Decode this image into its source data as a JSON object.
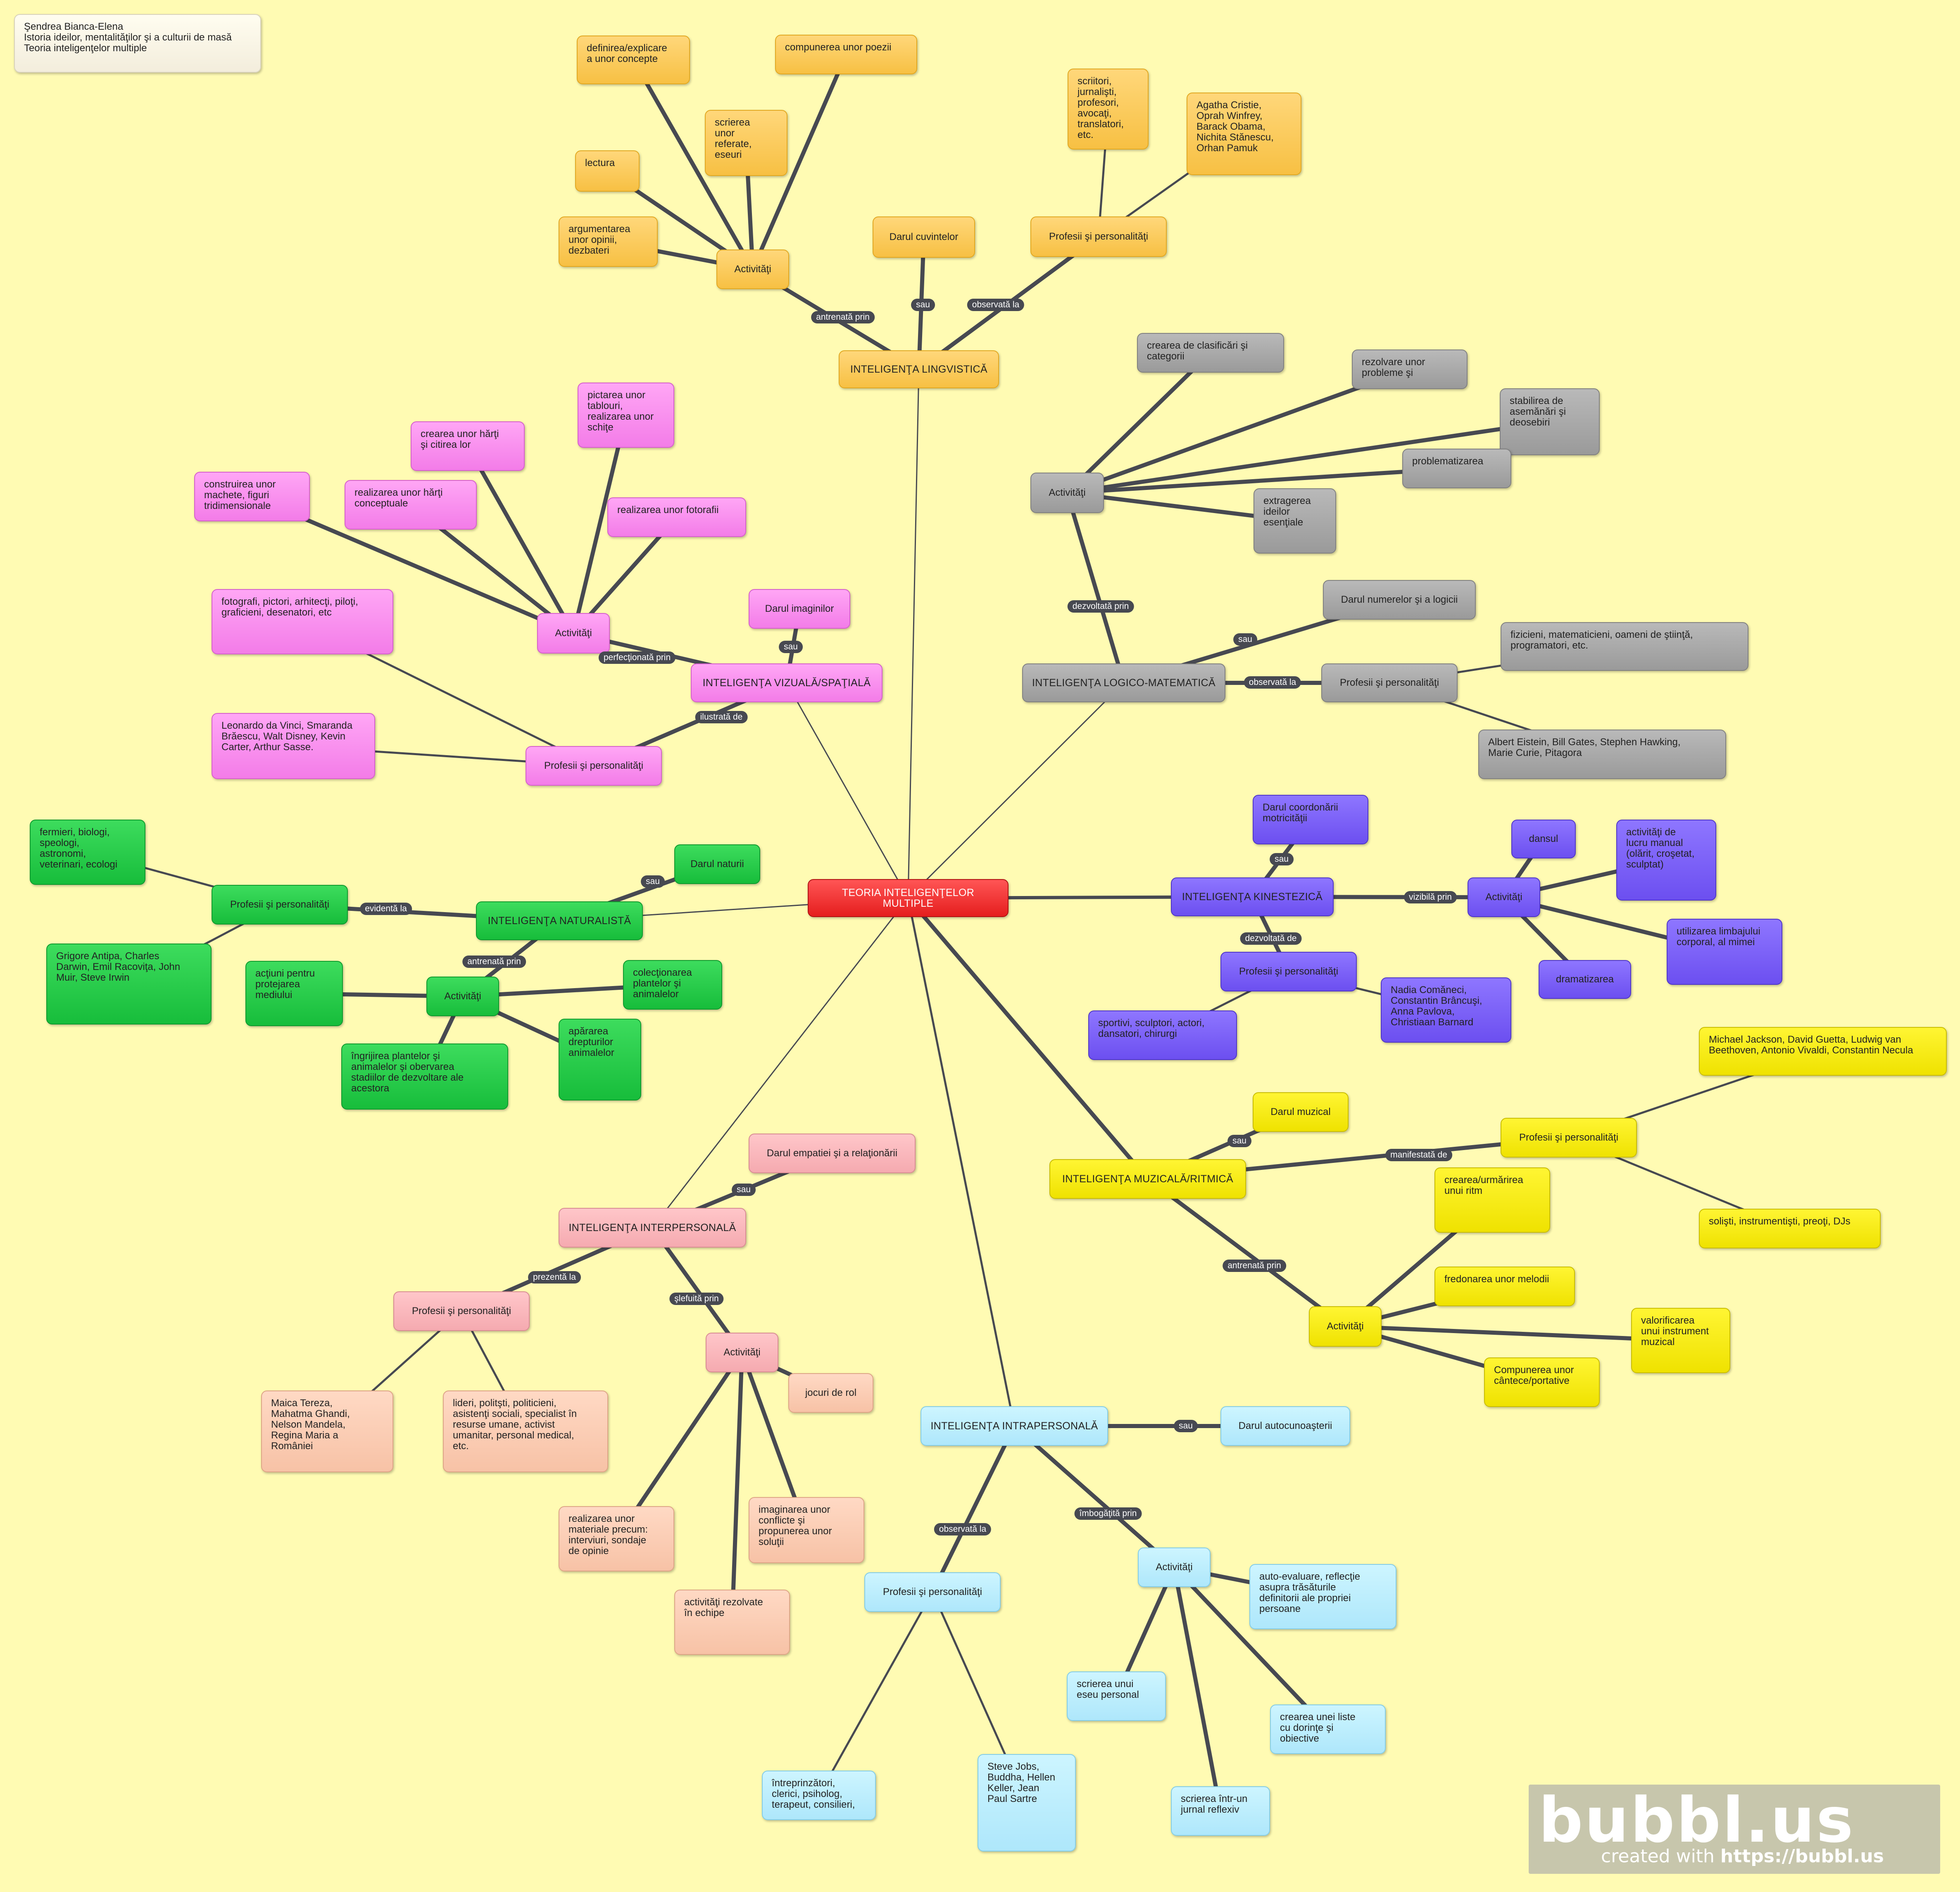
{
  "author_note": "Şendrea Bianca-Elena\nIstoria ideilor, mentalităţilor şi a culturii de masă\nTeoria inteligenţelor multiple",
  "colors": {
    "link": "#474951",
    "background": "#fffbb3",
    "orange": "#f7c043",
    "gray": "#9a9a9a",
    "pink": "#f37ce8",
    "green": "#17bd3b",
    "purple": "#6c4ff0",
    "yellow": "#efe200",
    "rose": "#f5aab0",
    "peach": "#f7c2a6",
    "cyan": "#aee7fb",
    "red": "#e51e1e"
  },
  "nodes": {
    "center": "TEORIA INTELIGENŢELOR MULTIPLE",
    "ling": {
      "main": "INTELIGENŢA LINGVISTICĂ",
      "dar": "Darul cuvintelor",
      "act": "Activităţi",
      "act_items": [
        "definirea/explicare\na unor concepte",
        "compunerea unor poezii",
        "scrierea\nunor\nreferate,\neseuri",
        "lectura",
        "argumentarea\nunor opinii,\ndezbateri"
      ],
      "prof": "Profesii şi personalităţi",
      "prof_items": [
        "scriitori,\njurnalişti,\nprofesori,\navocaţi,\ntranslatori,\netc.",
        "Agatha Cristie,\nOprah Winfrey,\nBarack Obama,\nNichita Stănescu,\nOrhan Pamuk"
      ]
    },
    "log": {
      "main": "INTELIGENŢA LOGICO-MATEMATICĂ",
      "dar": "Darul numerelor şi a logicii",
      "act": "Activităţi",
      "act_items": [
        "crearea de clasificări şi categorii",
        "rezolvare unor\nprobleme şi",
        "stabilirea de\nasemănări şi\ndeosebiri",
        "problematizarea",
        "extragerea\nideilor\nesenţiale"
      ],
      "prof": "Profesii şi personalităţi",
      "prof_items": [
        "fizicieni, matematicieni, oameni de ştiinţă,\nprogramatori, etc.",
        "Albert Eistein, Bill Gates, Stephen Hawking,\nMarie Curie, Pitagora"
      ]
    },
    "viz": {
      "main": "INTELIGENŢA VIZUALĂ/SPAŢIALĂ",
      "dar": "Darul imaginilor",
      "act": "Activităţi",
      "act_items": [
        "pictarea unor\ntablouri,\nrealizarea unor\nschiţe",
        "crearea unor hărţi\nşi citirea lor",
        "construirea unor\nmachete, figuri\ntridimensionale",
        "realizarea unor hărţi\nconceptuale",
        "realizarea unor fotorafii"
      ],
      "prof": "Profesii şi personalităţi",
      "prof_items": [
        "fotografi, pictori, arhitecţi, piloţi,\ngraficieni, desenatori, etc",
        "Leonardo da Vinci, Smaranda\nBrăescu, Walt Disney, Kevin\nCarter, Arthur Sasse."
      ]
    },
    "nat": {
      "main": "INTELIGENŢA NATURALISTĂ",
      "dar": "Darul naturii",
      "act": "Activităţi",
      "act_items": [
        "acţiuni pentru\nprotejarea\nmediului",
        "colecţionarea\nplantelor şi\nanimalelor",
        "îngrijirea plantelor şi\nanimalelor şi obervarea\nstadiilor de dezvoltare ale\nacestora",
        "apărarea\ndrepturilor\nanimalelor"
      ],
      "prof": "Profesii şi personalităţi",
      "prof_items": [
        "fermieri, biologi,\nspeologi,\nastronomi,\nveterinari, ecologi",
        "Grigore Antipa, Charles\nDarwin, Emil Racoviţa, John\nMuir, Steve Irwin"
      ]
    },
    "kin": {
      "main": "INTELIGENŢA KINESTEZICĂ",
      "dar": "Darul coordonării\nmotricităţii",
      "act": "Activităţi",
      "act_items": [
        "dansul",
        "activităţi de\nlucru manual\n(olărit, croşetat,\nsculptat)",
        "utilizarea limbajului\ncorporal, al mimei",
        "dramatizarea"
      ],
      "prof": "Profesii şi personalităţi",
      "prof_items": [
        "sportivi, sculptori, actori,\ndansatori, chirurgi",
        "Nadia Comăneci,\nConstantin Brâncuşi,\nAnna Pavlova,\nChristiaan Barnard"
      ]
    },
    "muz": {
      "main": "INTELIGENŢA MUZICALĂ/RITMICĂ",
      "dar": "Darul muzical",
      "act": "Activităţi",
      "act_items": [
        "crearea/urmărirea\nunui ritm",
        "fredonarea unor melodii",
        "valorificarea\nunui instrument\nmuzical",
        "Compunerea unor\ncântece/portative"
      ],
      "prof": "Profesii şi personalităţi",
      "prof_items": [
        "Michael Jackson, David Guetta, Ludwig van\nBeethoven, Antonio Vivaldi, Constantin Necula",
        "solişti, instrumentişti, preoţi, DJs"
      ]
    },
    "inter": {
      "main": "INTELIGENŢA INTERPERSONALĂ",
      "dar": "Darul empatiei şi a relaţionării",
      "act": "Activităţi",
      "act_items": [
        "jocuri de rol",
        "realizarea unor\nmateriale precum:\ninterviuri, sondaje\nde opinie",
        "imaginarea unor\nconflicte şi\npropunerea unor\nsoluţii",
        "activităţi rezolvate\nîn echipe"
      ],
      "prof": "Profesii şi personalităţi",
      "prof_items": [
        "Maica Tereza,\nMahatma Ghandi,\nNelson Mandela,\nRegina Maria a\nRomâniei",
        "lideri, politşti, politicieni,\nasistenţi sociali, specialist în\nresurse umane, activist\numanitar, personal medical,\netc."
      ]
    },
    "intra": {
      "main": "INTELIGENŢA INTRAPERSONALĂ",
      "dar": "Darul autocunoaşterii",
      "act": "Activităţi",
      "act_items": [
        "auto-evaluare, reflecţie\nasupra trăsăturile\ndefinitorii ale propriei\npersoane",
        "scrierea unui\neseu personal",
        "crearea unei liste\ncu dorinţe şi\nobiective",
        "scrierea într-un\njurnal reflexiv"
      ],
      "prof": "Profesii şi personalităţi",
      "prof_items": [
        "întreprinzători,\nclerici, psiholog,\nterapeut, consilieri,",
        "Steve Jobs,\nBuddha, Hellen\nKeller, Jean\nPaul Sartre"
      ]
    }
  },
  "labels": {
    "sau": "sau",
    "antrenata_prin": "antrenată prin",
    "observata_la": "observată la",
    "dezvoltata_prin": "dezvoltată prin",
    "perfectionata_prin": "perfecţionată prin",
    "ilustrata_de": "ilustrată de",
    "evidenta_la": "evidentă la",
    "vizibila_prin": "vizibilă prin",
    "dezvoltata_de": "dezvoltată de",
    "manifestata_de": "manifestată de",
    "prezenta_la": "prezentă la",
    "slefuita_prin": "şlefuită prin",
    "imbogatita_prin": "îmbogăţită prin"
  },
  "logo": {
    "word": "bubbl.us",
    "sub_prefix": "created with ",
    "sub_url": "https://bubbl.us"
  }
}
